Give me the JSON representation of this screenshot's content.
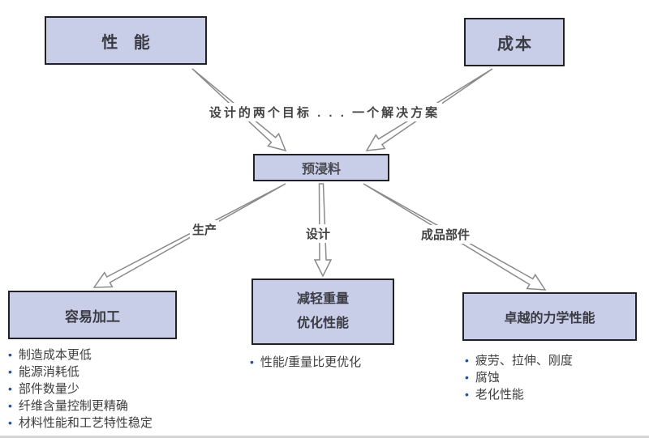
{
  "colors": {
    "box_fill": "#c8cee8",
    "box_border": "#222226",
    "arrow_stroke": "#8a8a8a",
    "bullet_dot": "#2055a4",
    "body_text": "#3e3e3e"
  },
  "nodes": {
    "performance": "性 能",
    "cost": "成本",
    "prepreg": "预浸料",
    "easy_processing": "容易加工",
    "weight_line1": "减轻重量",
    "weight_line2": "优化性能",
    "mechanical": "卓越的力学性能"
  },
  "labels": {
    "two_goals": "设计的两个目标 . . . 一个解决方案",
    "production": "生产",
    "design": "设计",
    "finished_parts": "成品部件"
  },
  "lists": {
    "easy_processing": [
      "制造成本更低",
      "能源消耗低",
      "部件数量少",
      "纤维含量控制更精确",
      "材料性能和工艺特性稳定"
    ],
    "weight": [
      "性能/重量比更优化"
    ],
    "mechanical": [
      "疲劳、拉伸、刚度",
      "腐蚀",
      "老化性能"
    ]
  }
}
